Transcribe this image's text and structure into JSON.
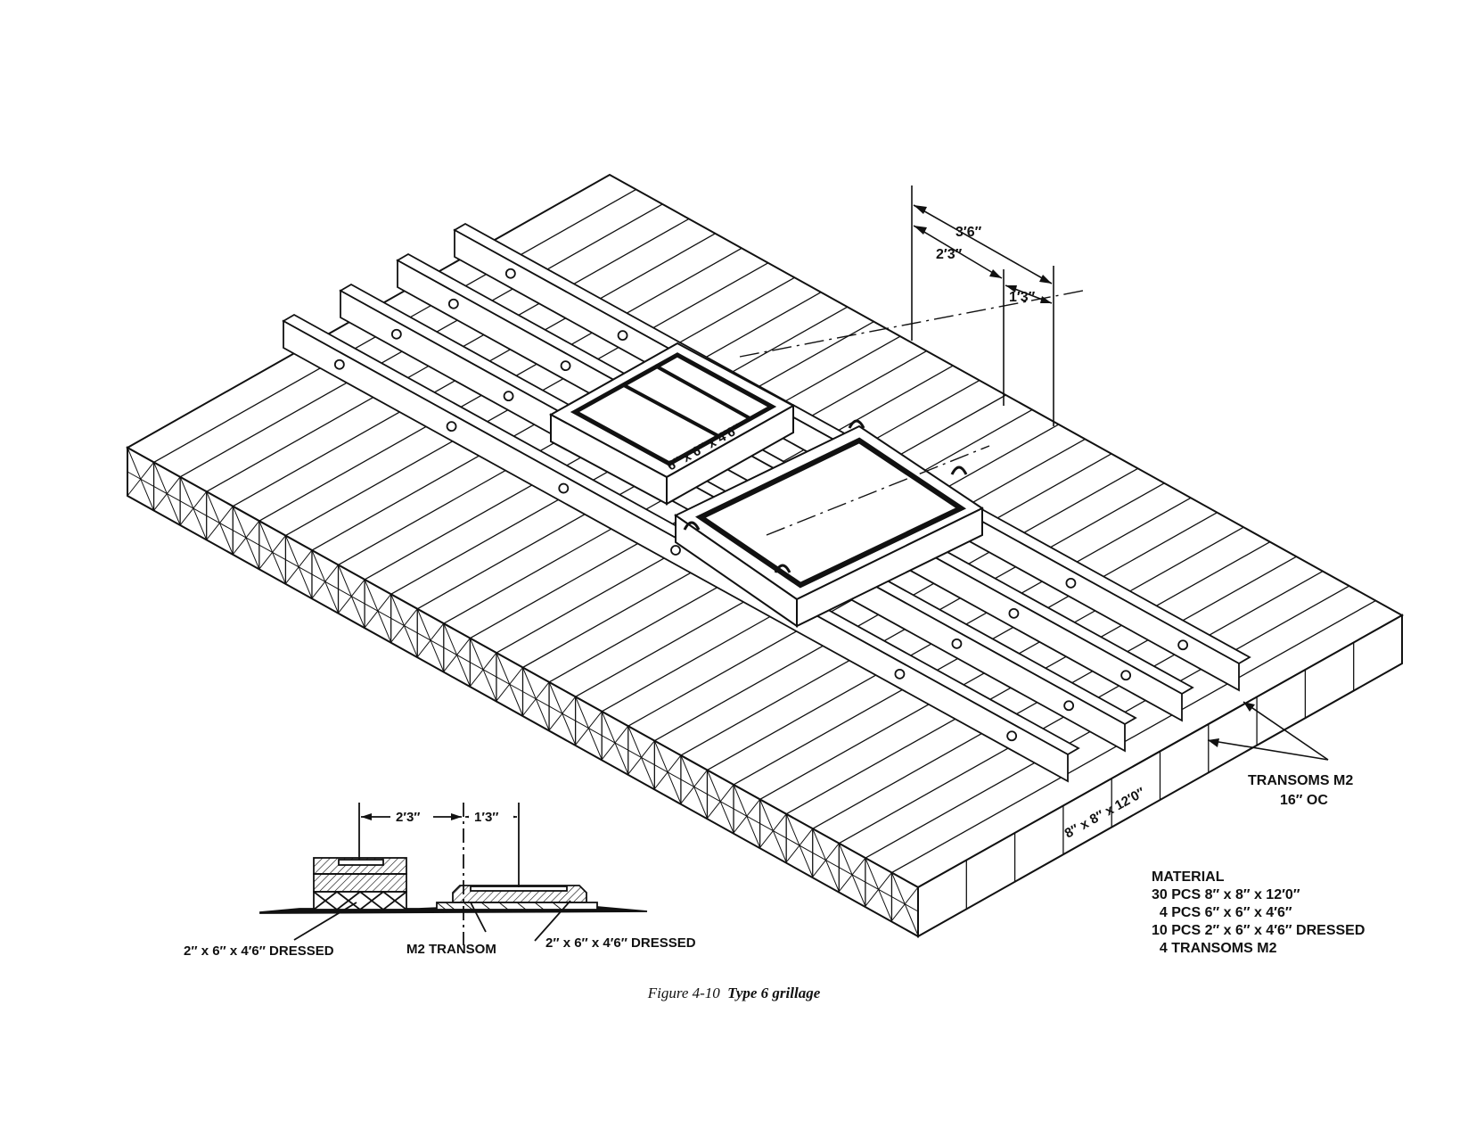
{
  "figure": {
    "number": "Figure 4-10",
    "title": "Type 6 grillage"
  },
  "dimensions_plan": {
    "d1": "3′6″",
    "d2": "2′3″",
    "d3": "1′3″"
  },
  "labels": {
    "cap_timber": "6″ x 6″ x 4′6″",
    "base_timber": "8″ x 8″ x 12′0″",
    "transoms": "TRANSOMS M2",
    "transoms_spacing": "16″ OC"
  },
  "section_detail": {
    "dim_left": "2′3″",
    "dim_right": "1′3″",
    "label_left": "2″ x 6″ x 4′6″ DRESSED",
    "label_mid": "M2 TRANSOM",
    "label_right": "2″ x 6″ x 4′6″ DRESSED"
  },
  "material": {
    "heading": "MATERIAL",
    "items": [
      "30 PCS 8″ x 8″ x 12′0″",
      "  4 PCS 6″ x 6″ x 4′6″",
      "10 PCS 2″ x 6″ x 4′6″ DRESSED",
      "  4 TRANSOMS M2"
    ]
  },
  "colors": {
    "ink": "#111111",
    "paper": "#ffffff"
  }
}
